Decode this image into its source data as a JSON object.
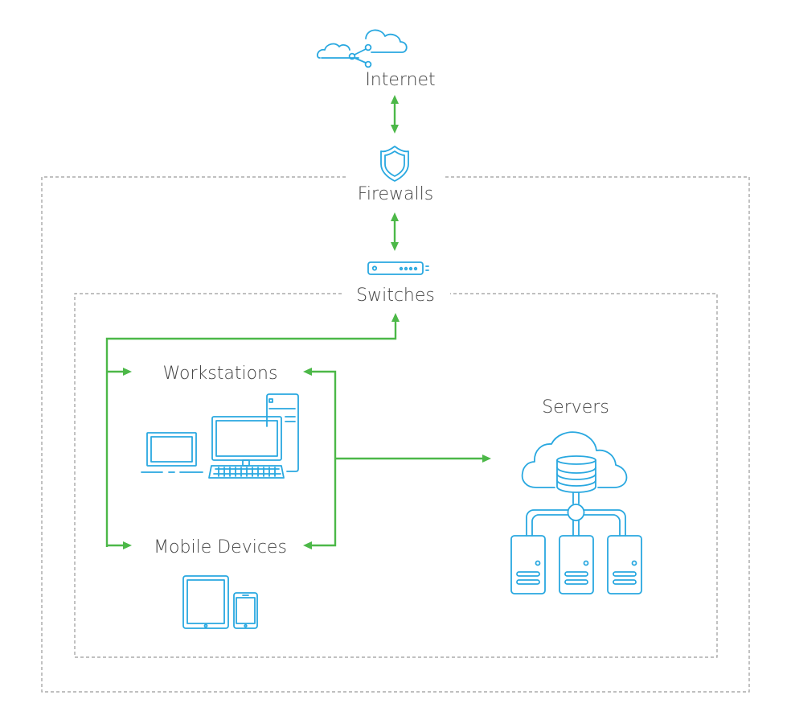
{
  "diagram": {
    "nodes": {
      "internet": {
        "label": "Internet",
        "icon": "cloud-network-icon"
      },
      "firewalls": {
        "label": "Firewalls",
        "icon": "shield-icon"
      },
      "switches": {
        "label": "Switches",
        "icon": "switch-device-icon"
      },
      "workstations": {
        "label": "Workstations",
        "icon": "computers-icon"
      },
      "mobile_devices": {
        "label": "Mobile Devices",
        "icon": "tablet-phone-icon"
      },
      "servers": {
        "label": "Servers",
        "icon": "cloud-database-servers-icon"
      }
    },
    "zones": [
      {
        "name": "perimeter",
        "opens_at": "Firewalls"
      },
      {
        "name": "internal-network",
        "opens_at": "Switches"
      }
    ],
    "connections": [
      {
        "from": "Internet",
        "to": "Firewalls",
        "direction": "bidirectional"
      },
      {
        "from": "Firewalls",
        "to": "Switches",
        "direction": "bidirectional"
      },
      {
        "from": "Workstations / Mobile Devices (left bus)",
        "to": "Switches",
        "direction": "to-target"
      },
      {
        "from": "left bus",
        "to": "Workstations",
        "direction": "to-target"
      },
      {
        "from": "left bus",
        "to": "Mobile Devices",
        "direction": "to-target"
      },
      {
        "from": "right bus",
        "to": "Workstations",
        "direction": "to-target"
      },
      {
        "from": "right bus",
        "to": "Mobile Devices",
        "direction": "to-target"
      },
      {
        "from": "right bus",
        "to": "Servers",
        "direction": "to-target"
      }
    ],
    "colors": {
      "icon": "#29a8e0",
      "connector": "#4cb848",
      "zone_border": "#9a9a9a",
      "label": "#444444"
    }
  }
}
